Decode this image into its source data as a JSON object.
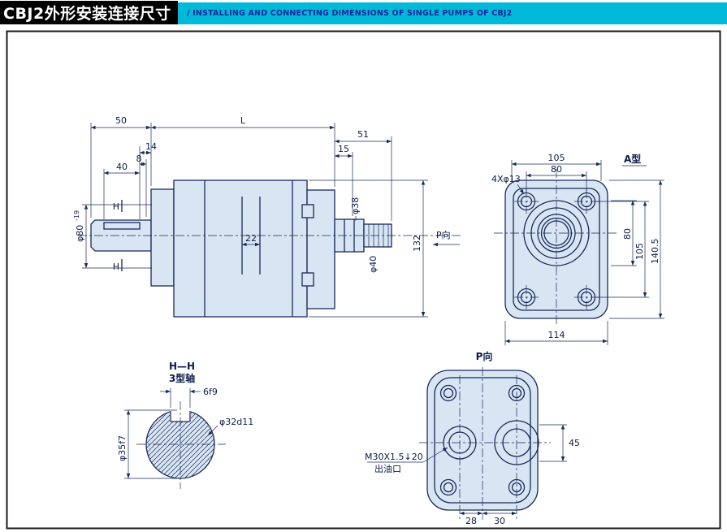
{
  "meta": {
    "colors": {
      "accent_cyan": "#00b9d8",
      "header_black": "#000000",
      "line_navy": "#1a2a5a",
      "part_fill": "#d8e5f2",
      "text_navy": "#0d1b4b"
    }
  },
  "header": {
    "title_cn": "CBJ2外形安装连接尺寸",
    "title_en": "/ INSTALLING AND CONNECTING DIMENSIONS OF SINGLE PUMPS OF CBJ2"
  },
  "side_view": {
    "section_mark": "H",
    "dims": {
      "d50": "50",
      "dL": "L",
      "d51": "51",
      "d15": "15",
      "d14": "14",
      "d8": "8",
      "d40": "40",
      "shaft_dia": "φ80",
      "shaft_tol": "-19",
      "d22": "22",
      "port_dia": "φ38",
      "stub_dia": "φ40",
      "d132": "132",
      "p_label": "P向"
    }
  },
  "front_view": {
    "label": "A型",
    "dims": {
      "d105_top": "105",
      "d80_top": "80",
      "holes": "4Xφ13",
      "d80_right": "80",
      "d105_right": "105",
      "d140": "140.5",
      "d114": "114"
    }
  },
  "section_view": {
    "title": "H—H",
    "subtitle": "3型轴",
    "dims": {
      "key_width": "6f9",
      "shaft_dia": "φ32d11",
      "outer_dia": "φ35f7"
    }
  },
  "p_view": {
    "title": "P向",
    "dims": {
      "thread": "M30X1.5↓20",
      "port_label": "出油口",
      "d45": "45",
      "d28": "28",
      "d30": "30"
    }
  }
}
